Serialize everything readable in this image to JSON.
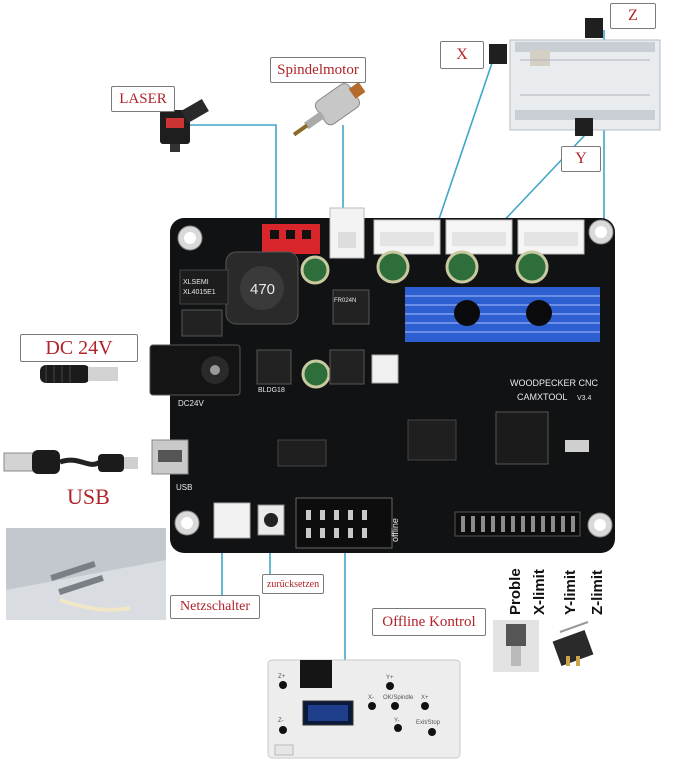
{
  "labels": {
    "laser": "LASER",
    "spindle": "Spindelmotor",
    "x_axis": "X",
    "y_axis": "Y",
    "z_axis": "Z",
    "dc": "DC 24V",
    "usb": "USB",
    "power_switch": "Netzschalter",
    "reset": "zurücksetzen",
    "offline": "Offline Kontrol"
  },
  "limit_labels": [
    "Proble",
    "X-limit",
    "Y-limit",
    "Z-limit"
  ],
  "board": {
    "brand": "WOODPECKER CNC",
    "model": "CAMXTOOL",
    "version": "V3.4",
    "dc_silk": "DC24V",
    "usb_silk": "USB",
    "offline_silk": "offline",
    "inductor": "470",
    "chip1": "XLSEMI XL4015E1",
    "reg": "BLDG18",
    "mosfet": "FR024N"
  },
  "controller": {
    "buttons": [
      "Z+",
      "Z-",
      "X-",
      "X+",
      "Y+",
      "Y-",
      "OK/Spindle",
      "Exit/Stop"
    ]
  },
  "colors": {
    "pcb": "#111214",
    "connector_lines": "#3fa6c8",
    "label_text": "#b0242a",
    "heatsink": "#2d5fd1"
  }
}
